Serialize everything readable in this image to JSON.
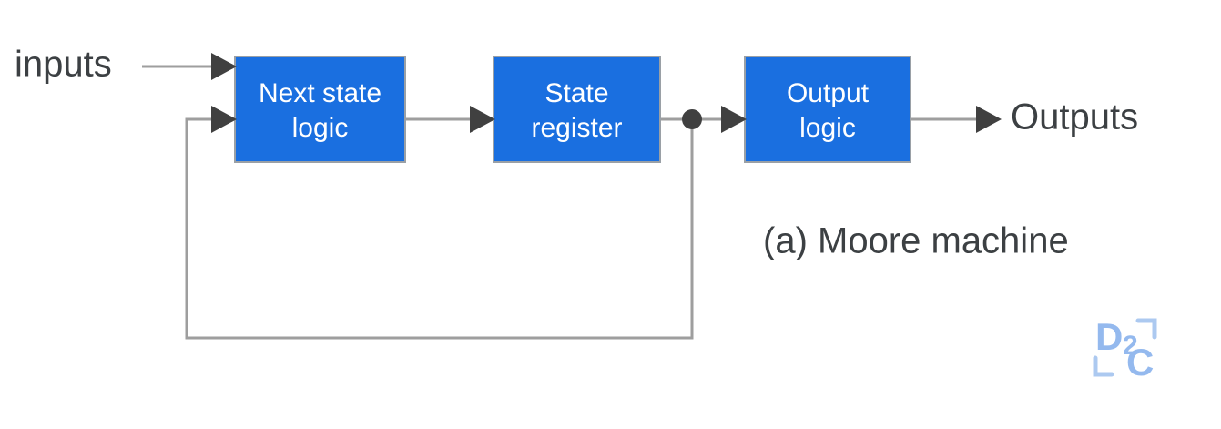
{
  "figure": {
    "caption": "(a) Moore machine",
    "background_color": "#ffffff",
    "block_fill_color": "#1a6fe0",
    "block_border_color": "#9aa0a6",
    "block_text_color": "#ffffff",
    "wire_color": "#9e9e9e",
    "arrow_color": "#404040",
    "label_text_color": "#3c4043"
  },
  "blocks": [
    {
      "id": "next-state-logic",
      "line1": "Next state",
      "line2": "logic"
    },
    {
      "id": "state-register",
      "line1": "State",
      "line2": "register"
    },
    {
      "id": "output-logic",
      "line1": "Output",
      "line2": "logic"
    }
  ],
  "labels": {
    "input": "inputs",
    "output": "Outputs"
  },
  "watermark": {
    "text_d": "D",
    "text_2": "2",
    "text_c": "C",
    "color": "#8fb6ee",
    "bracket_color": "#a8c7f0"
  },
  "icons": {
    "arrow_input": "arrow-right-icon",
    "arrow_feedback": "arrow-right-icon",
    "arrow_next_to_state": "arrow-right-icon",
    "arrow_state_to_output": "arrow-right-icon",
    "arrow_output": "arrow-right-icon",
    "junction": "junction-dot-icon"
  }
}
